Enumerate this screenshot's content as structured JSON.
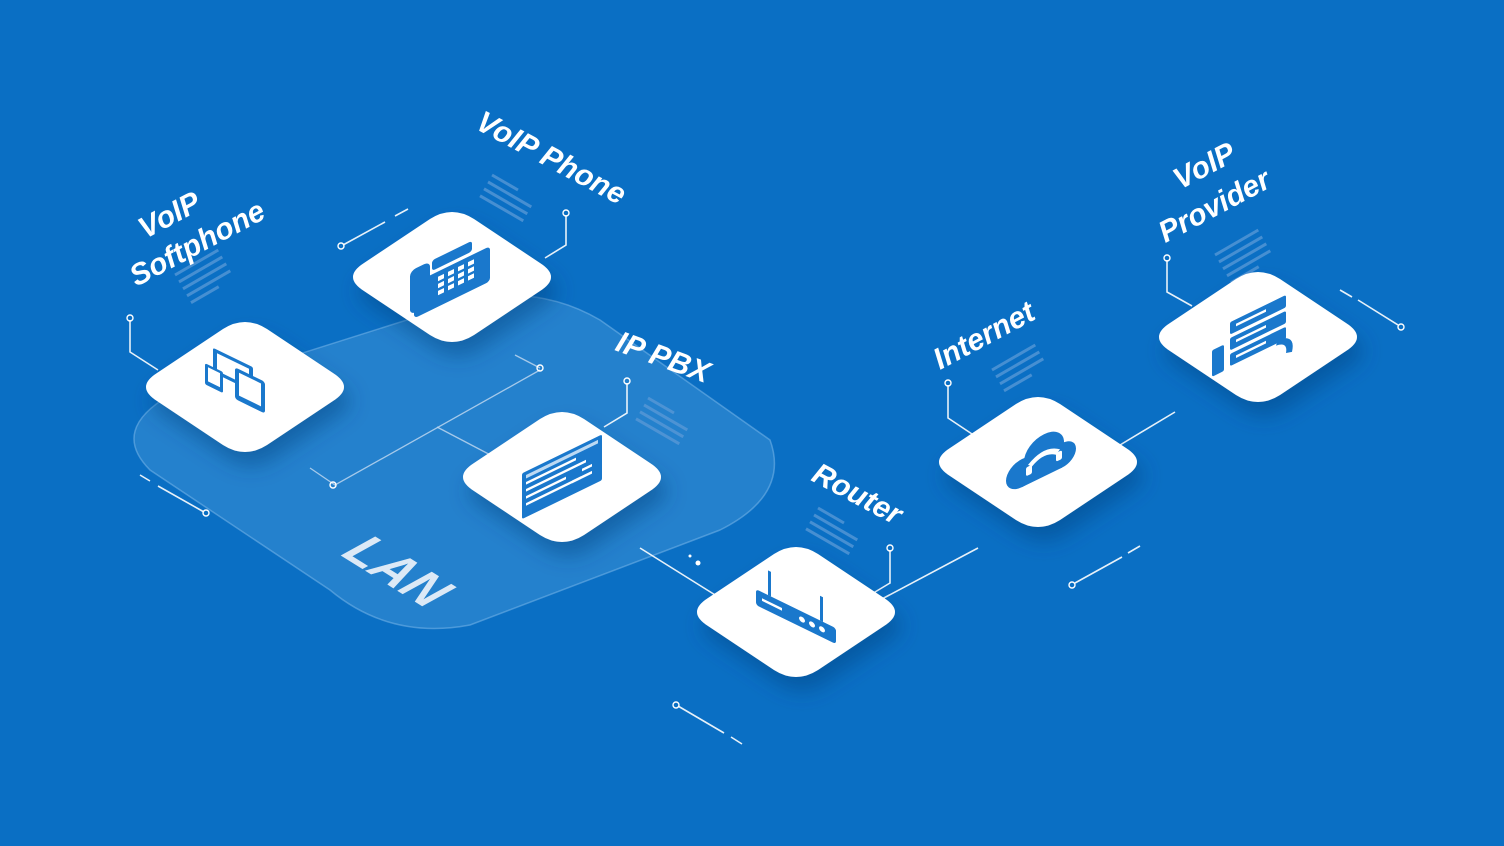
{
  "diagram": {
    "colors": {
      "background": "#0a6fc4",
      "tile": "#ffffff",
      "icon": "#1a78cc",
      "lan_zone": "#3a8fd6"
    },
    "zone_label": "LAN",
    "nodes": [
      {
        "id": "softphone",
        "label_lines": [
          "VoIP",
          "Softphone"
        ],
        "icon": "devices-icon"
      },
      {
        "id": "phone",
        "label_lines": [
          "VoIP Phone"
        ],
        "icon": "desk-phone-icon"
      },
      {
        "id": "pbx",
        "label_lines": [
          "IP PBX"
        ],
        "icon": "server-rack-icon"
      },
      {
        "id": "router",
        "label_lines": [
          "Router"
        ],
        "icon": "router-icon"
      },
      {
        "id": "internet",
        "label_lines": [
          "Internet"
        ],
        "icon": "cloud-icon"
      },
      {
        "id": "provider",
        "label_lines": [
          "VoIP",
          "Provider"
        ],
        "icon": "provider-server-icon"
      }
    ]
  }
}
